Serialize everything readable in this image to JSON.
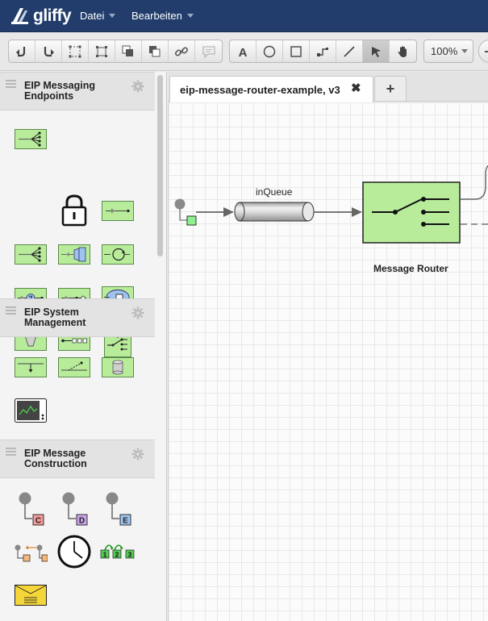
{
  "app": {
    "logo_text": "gliffy",
    "menus": [
      {
        "label": "Datei"
      },
      {
        "label": "Bearbeiten"
      }
    ]
  },
  "toolbar": {
    "zoom": "100%",
    "history_tools": [
      "undo-icon",
      "redo-icon",
      "group-icon",
      "ungroup-icon",
      "bring-front-icon",
      "send-back-icon",
      "link-icon",
      "comment-icon"
    ],
    "draw_tools": [
      "text-icon",
      "ellipse-icon",
      "rectangle-icon",
      "connector-icon",
      "line-icon",
      "pointer-icon",
      "hand-icon"
    ],
    "active_tool": "pointer-icon"
  },
  "sidebar": {
    "sections": [
      {
        "title": "EIP Messaging Endpoints"
      },
      {
        "title": "EIP System Management"
      },
      {
        "title": "EIP Message Construction"
      }
    ],
    "message_construction_letters": [
      "C",
      "D",
      "E"
    ],
    "message_construction_colors": [
      "#f29a9a",
      "#c9a3e8",
      "#9dc3ee"
    ],
    "sequence_numbers": [
      "1",
      "2",
      "3"
    ]
  },
  "document": {
    "tab_title": "eip-message-router-example, v3",
    "close_glyph": "✖",
    "add_glyph": "+"
  },
  "diagram": {
    "queue_label": "inQueue",
    "router_label": "Message Router",
    "router_fill": "#b8ec9b",
    "queue_fill": "#cfcfcf"
  }
}
